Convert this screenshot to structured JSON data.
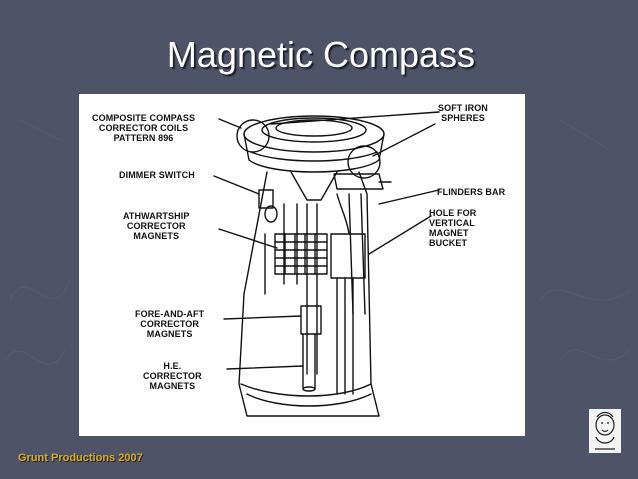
{
  "slide": {
    "title": "Magnetic Compass",
    "footer": "Grunt Productions 2007"
  },
  "diagram": {
    "labels": {
      "corrector_coils": "COMPOSITE COMPASS\nCORRECTOR COILS\nPATTERN 896",
      "dimmer_switch": "DIMMER SWITCH",
      "athwartship": "ATHWARTSHIP\nCORRECTOR\nMAGNETS",
      "fore_aft": "FORE-AND-AFT\nCORRECTOR\nMAGNETS",
      "he_corrector": "H.E.\nCORRECTOR\nMAGNETS",
      "soft_iron": "SOFT IRON\nSPHERES",
      "flinders_bar": "FLINDERS BAR",
      "hole_bucket": "HOLE FOR\nVERTICAL\nMAGNET\nBUCKET"
    }
  },
  "colors": {
    "background": "#4e5367",
    "title": "#ffffff",
    "footer": "#d9ad1c"
  }
}
